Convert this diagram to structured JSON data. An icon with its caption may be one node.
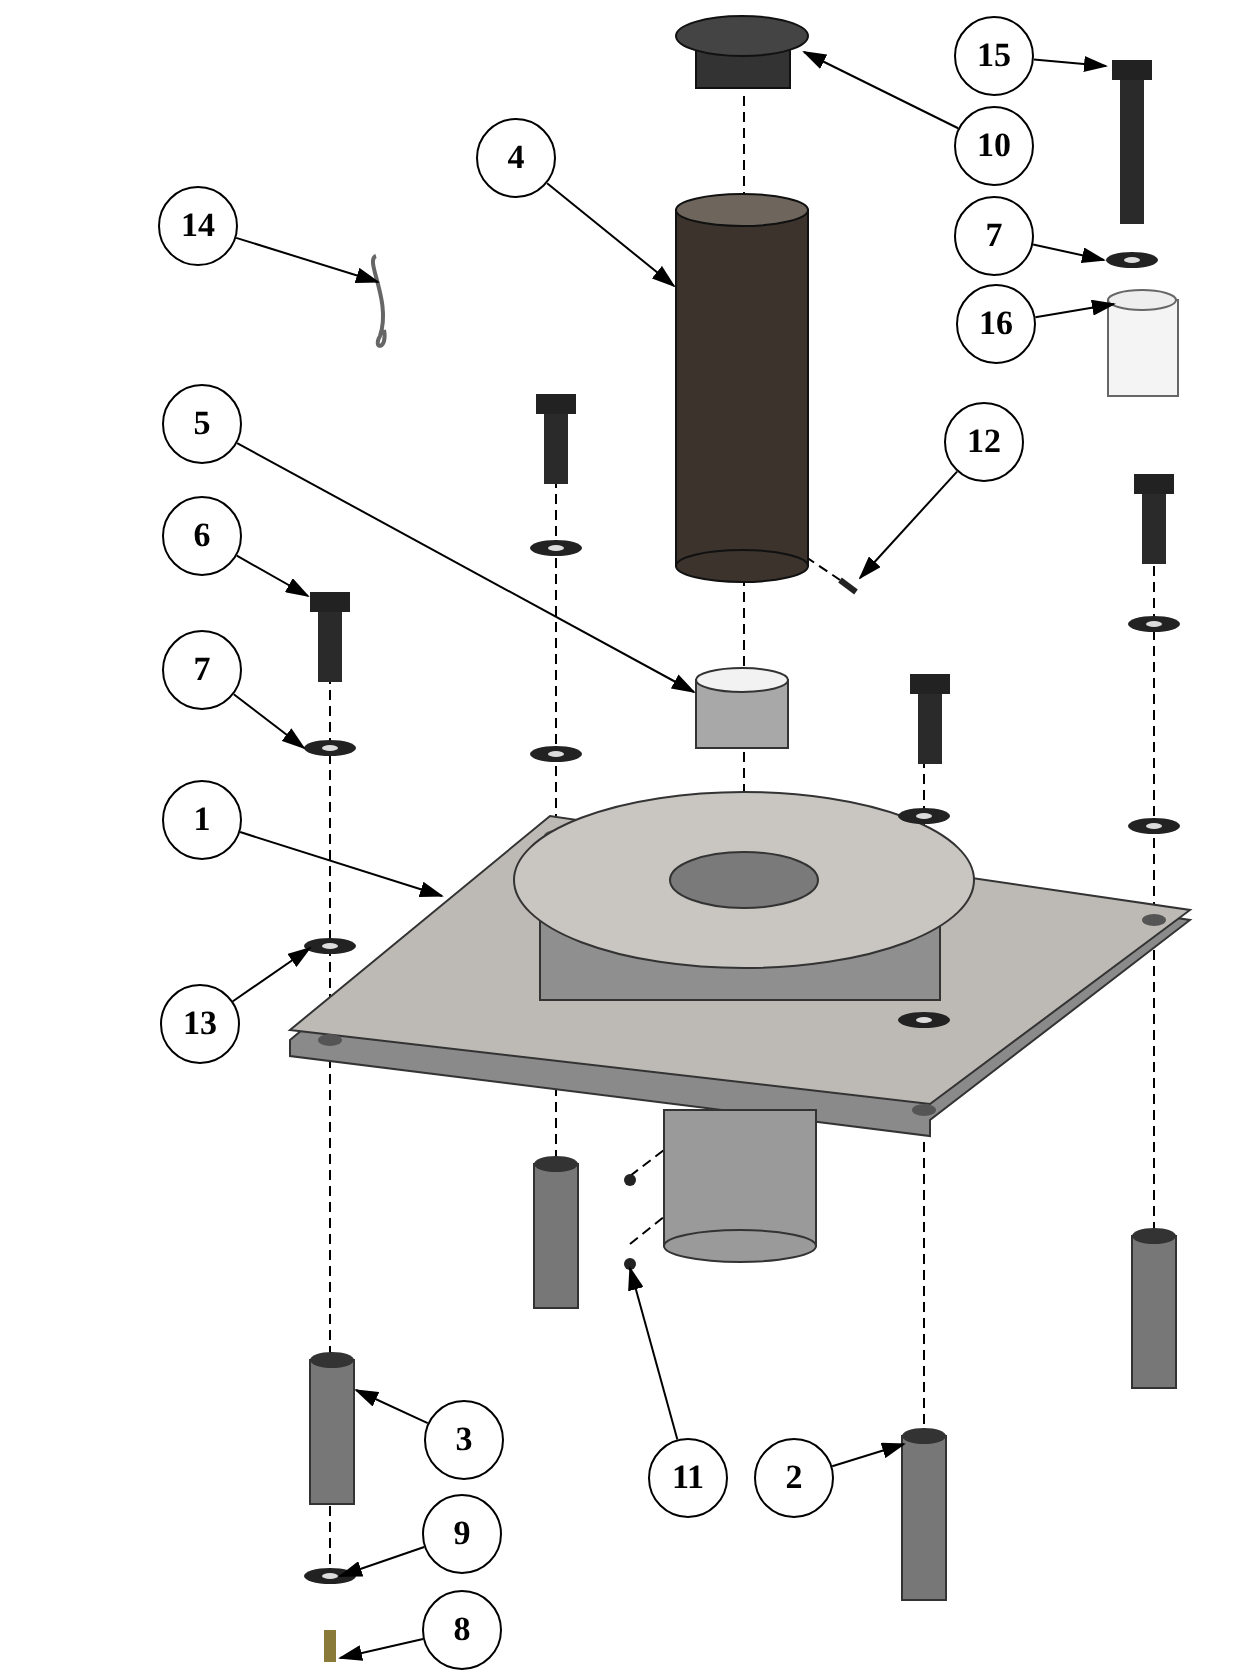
{
  "diagram": {
    "nodes": [
      {
        "text": [
          "15"
        ]
      },
      {
        "text": [
          "10"
        ]
      },
      {
        "text": [
          "4"
        ]
      },
      {
        "text": [
          "14"
        ]
      },
      {
        "text": [
          "7"
        ]
      },
      {
        "text": [
          "16"
        ]
      },
      {
        "text": [
          "5"
        ]
      },
      {
        "text": [
          "12"
        ]
      },
      {
        "text": [
          "6"
        ]
      },
      {
        "text": [
          "7"
        ]
      },
      {
        "text": [
          "1"
        ]
      },
      {
        "text": [
          "13"
        ]
      },
      {
        "text": [
          "3"
        ]
      },
      {
        "text": [
          "11"
        ]
      },
      {
        "text": [
          "2"
        ]
      },
      {
        "text": [
          "9"
        ]
      },
      {
        "text": [
          "8"
        ]
      }
    ],
    "edges": [
      {
        "from": 0,
        "to": null,
        "arrow": "to"
      },
      {
        "from": 1,
        "to": null,
        "arrow": "to"
      },
      {
        "from": 2,
        "to": null,
        "arrow": "to"
      },
      {
        "from": 3,
        "to": null,
        "arrow": "to"
      },
      {
        "from": 4,
        "to": null,
        "arrow": "to"
      },
      {
        "from": 5,
        "to": null,
        "arrow": "to"
      },
      {
        "from": 6,
        "to": null,
        "arrow": "to"
      },
      {
        "from": 7,
        "to": null,
        "arrow": "to"
      },
      {
        "from": 8,
        "to": null,
        "arrow": "to"
      },
      {
        "from": 9,
        "to": null,
        "arrow": "to"
      },
      {
        "from": 10,
        "to": null,
        "arrow": "to"
      },
      {
        "from": 11,
        "to": null,
        "arrow": "to"
      },
      {
        "from": 12,
        "to": null,
        "arrow": "to"
      },
      {
        "from": 13,
        "to": null,
        "arrow": "to"
      },
      {
        "from": 14,
        "to": null,
        "arrow": "to"
      },
      {
        "from": 15,
        "to": null,
        "arrow": "to"
      },
      {
        "from": 16,
        "to": null,
        "arrow": "to"
      }
    ]
  }
}
